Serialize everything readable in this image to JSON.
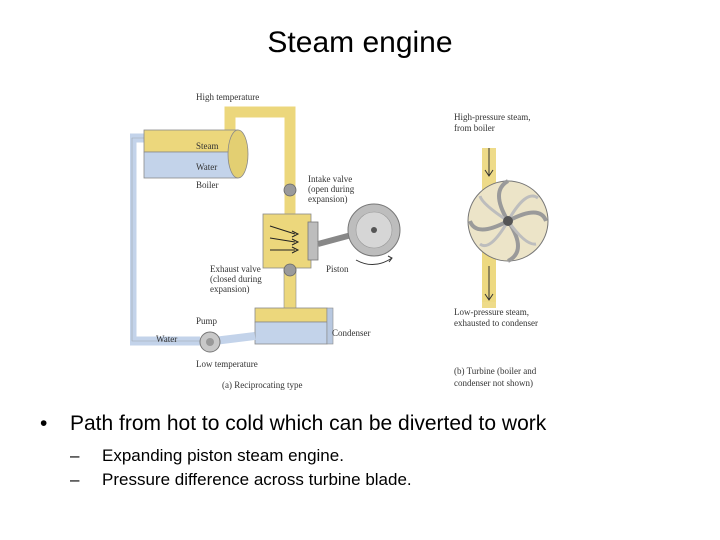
{
  "slide": {
    "title": "Steam engine"
  },
  "diagram": {
    "labels": {
      "high_temperature": "High temperature",
      "steam": "Steam",
      "water_top": "Water",
      "boiler": "Boiler",
      "intake_valve_1": "Intake valve",
      "intake_valve_2": "(open during",
      "intake_valve_3": "expansion)",
      "piston": "Piston",
      "exhaust_valve_1": "Exhaust valve",
      "exhaust_valve_2": "(closed during",
      "exhaust_valve_3": "expansion)",
      "pump": "Pump",
      "water_bottom": "Water",
      "condenser": "Condenser",
      "low_temperature": "Low temperature",
      "caption_a": "(a)  Reciprocating type",
      "hp_steam_1": "High-pressure steam,",
      "hp_steam_2": "from boiler",
      "lp_steam_1": "Low-pressure steam,",
      "lp_steam_2": "exhausted to condenser",
      "caption_b_1": "(b)  Turbine (boiler and",
      "caption_b_2": "condenser not shown)"
    },
    "colors": {
      "steam_yellow": "#ecd77c",
      "water_blue": "#c3d3ea",
      "outline": "#8a8a8a",
      "flywheel_gray": "#bdbdbd",
      "turbine_cream": "#ece4c8"
    }
  },
  "bullets": {
    "main": "Path from hot to cold which can be diverted to work",
    "sub": [
      "Expanding piston steam engine.",
      "Pressure difference across turbine blade."
    ]
  }
}
